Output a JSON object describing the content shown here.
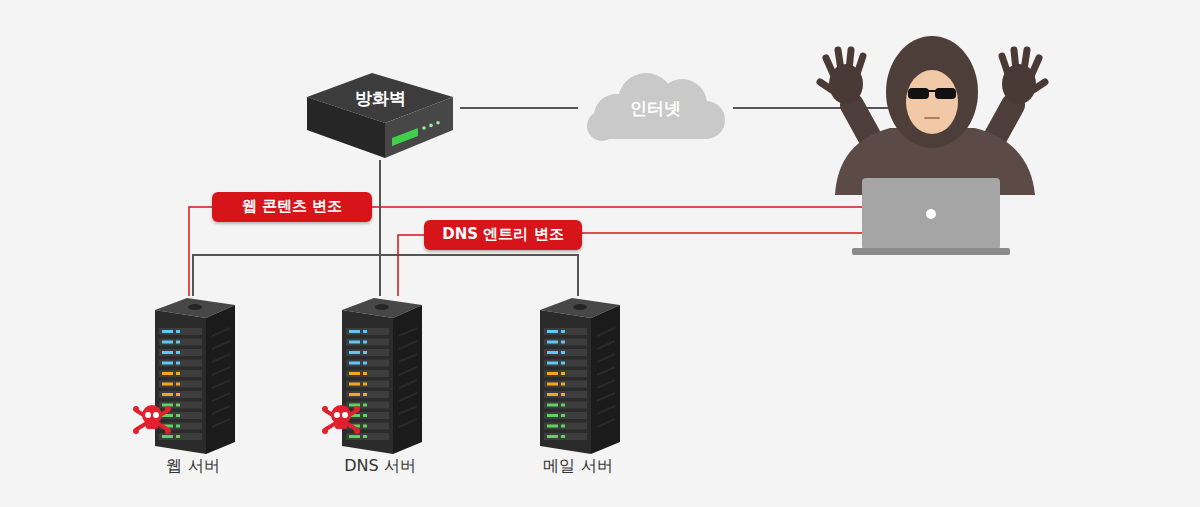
{
  "diagram": {
    "nodes": [
      {
        "text": [
          "방화벽"
        ]
      },
      {
        "text": [
          "인터넷"
        ]
      },
      {
        "text": [
          "웹 콘텐츠 변조"
        ]
      },
      {
        "text": [
          "DNS 엔트리 변조"
        ]
      },
      {
        "text": [
          "웹 서버"
        ]
      },
      {
        "text": [
          "DNS 서버"
        ]
      },
      {
        "text": [
          "메일 서버"
        ]
      }
    ],
    "edges": [
      {
        "from": 0,
        "to": 1,
        "arrow": "none"
      },
      {
        "from": 0,
        "to": 4,
        "arrow": "none"
      },
      {
        "from": 0,
        "to": 5,
        "arrow": "none"
      },
      {
        "from": 0,
        "to": 6,
        "arrow": "none"
      },
      {
        "from": 2,
        "to": 4,
        "arrow": "none"
      },
      {
        "from": 3,
        "to": 5,
        "arrow": "none"
      }
    ]
  }
}
